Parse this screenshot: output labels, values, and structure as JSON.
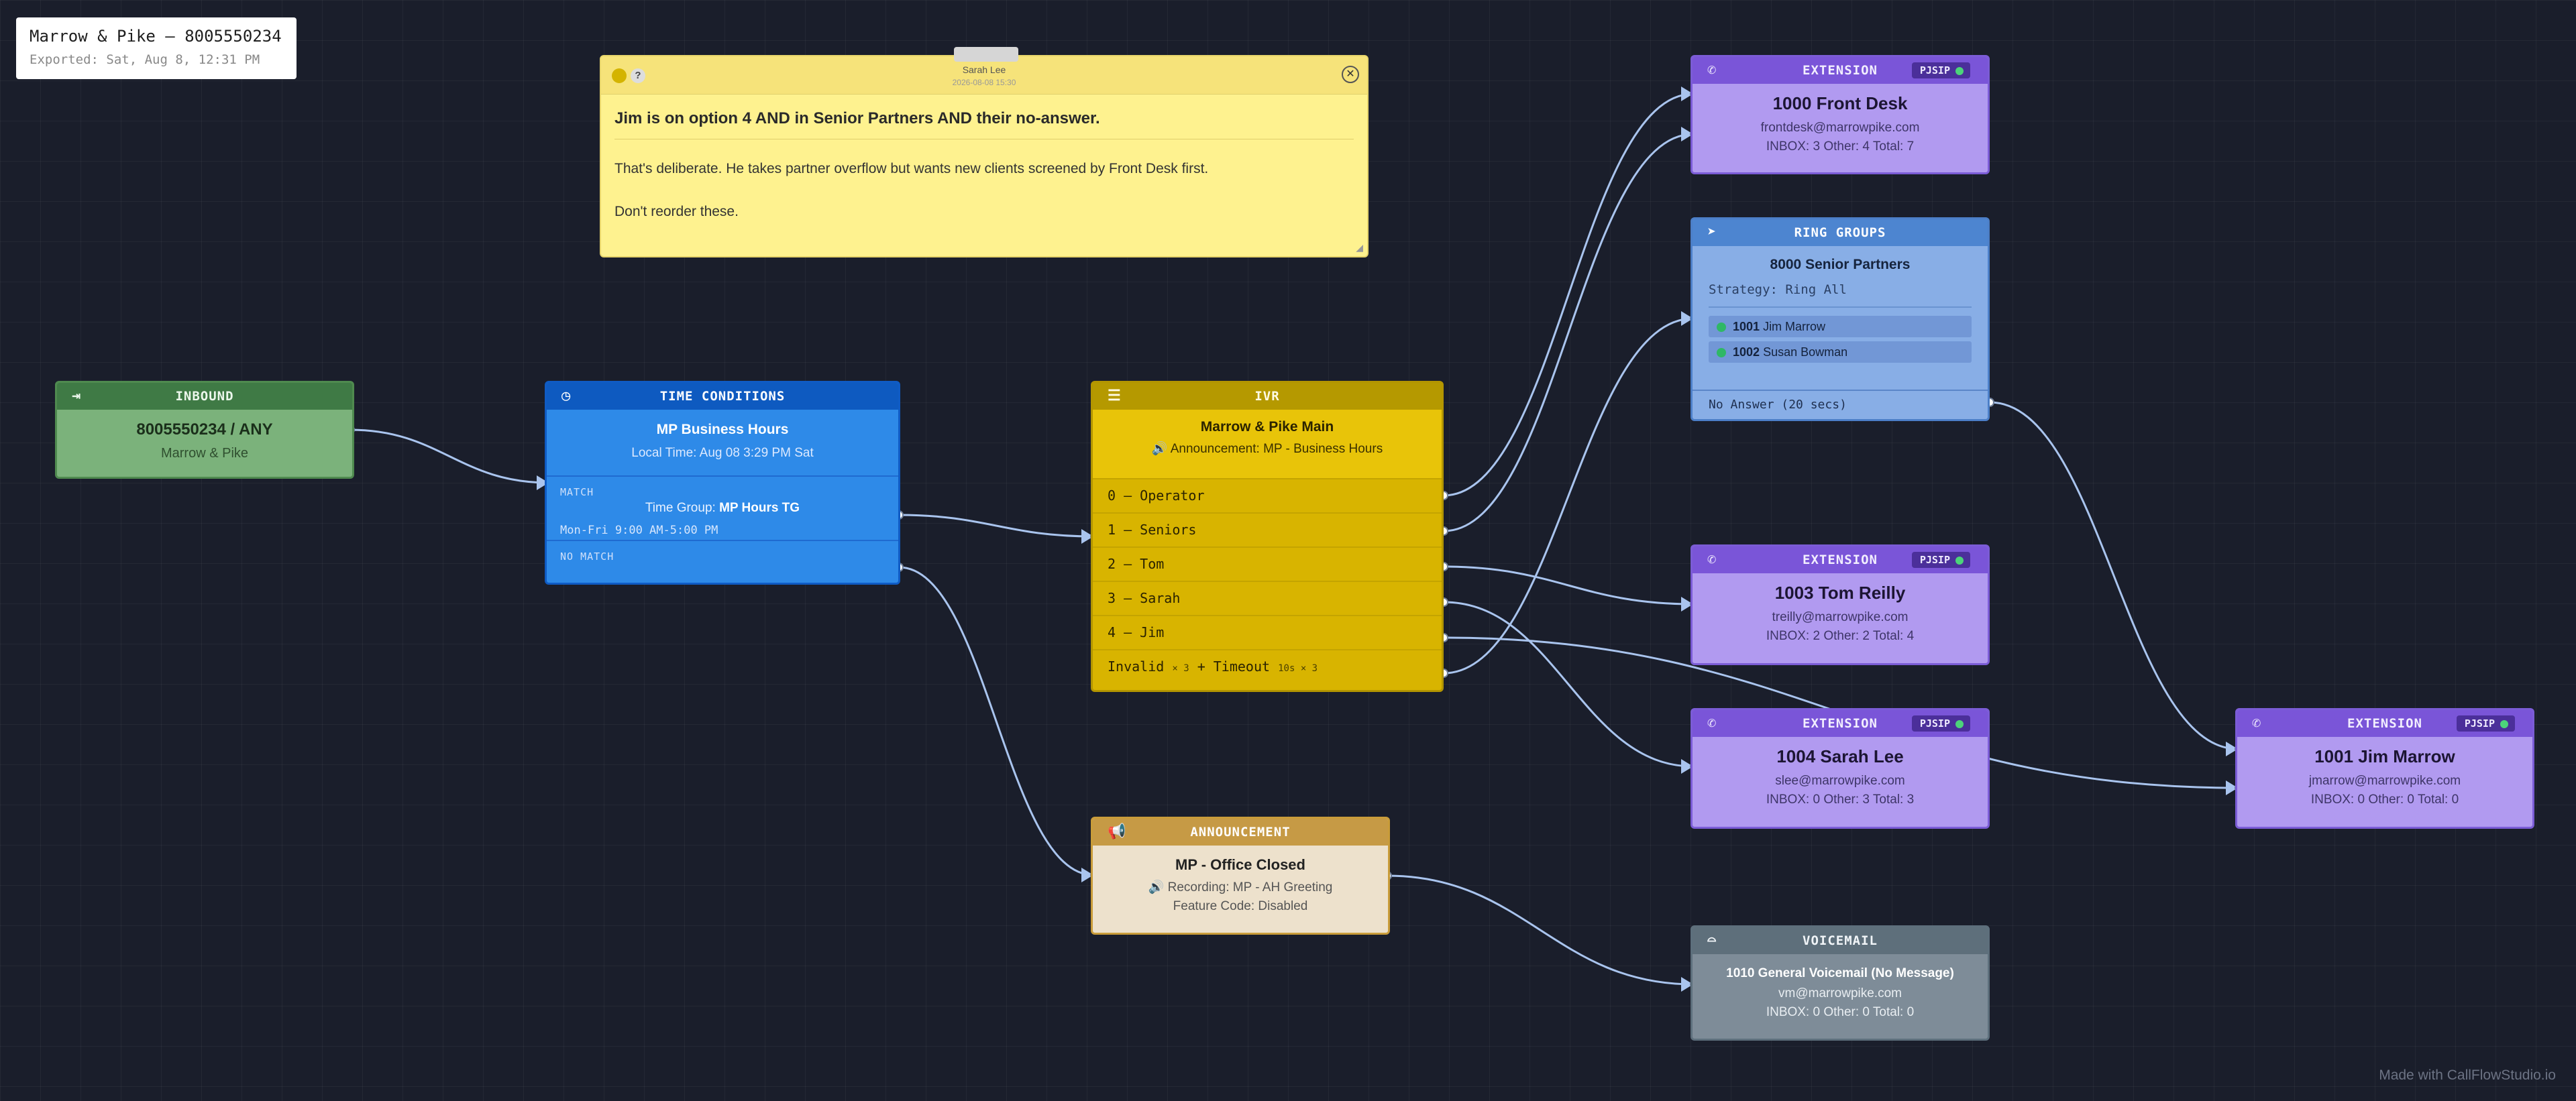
{
  "title_card": {
    "title": "Marrow & Pike — 8005550234",
    "exported": "Exported: Sat, Aug 8, 12:31 PM"
  },
  "note": {
    "author": "Sarah Lee",
    "date": "2026-08-08 15:30",
    "close_icon": "✕",
    "help_icon": "?",
    "heading": "Jim is on option 4 AND in Senior Partners AND their no-answer.",
    "body1": "That's deliberate. He takes partner overflow but wants new clients screened by Front Desk first.",
    "body2": "Don't reorder these."
  },
  "inbound": {
    "header": "INBOUND",
    "icon": "sign-in-icon",
    "number": "8005550234 / ANY",
    "name": "Marrow & Pike",
    "color": "#3f7a45"
  },
  "time_conditions": {
    "header": "TIME CONDITIONS",
    "icon": "clock-icon",
    "name": "MP Business Hours",
    "local_time": "Local Time: Aug 08 3:29 PM Sat",
    "match_label": "MATCH",
    "group_prefix": "Time Group:",
    "group_name": "MP Hours TG",
    "hours": "Mon-Fri 9:00 AM-5:00 PM",
    "nomatch_label": "NO MATCH",
    "color": "#0e5ac0"
  },
  "ivr": {
    "header": "IVR",
    "icon": "list-icon",
    "name": "Marrow & Pike Main",
    "announcement": "Announcement: MP - Business Hours",
    "options": [
      "0 — Operator",
      "1 — Seniors",
      "2 — Tom",
      "3 — Sarah",
      "4 — Jim"
    ],
    "invalid": {
      "a": "Invalid",
      "b": "× 3",
      "c": "+ Timeout",
      "d": "10s × 3"
    },
    "color": "#d8b400"
  },
  "announcement": {
    "header": "ANNOUNCEMENT",
    "icon": "megaphone-icon",
    "name": "MP - Office Closed",
    "recording": "Recording: MP - AH Greeting",
    "feature": "Feature Code: Disabled",
    "color": "#c69a45"
  },
  "extensions": {
    "header": "EXTENSION",
    "badge": "PJSIP",
    "icon": "phone-icon",
    "e1000": {
      "name": "1000 Front Desk",
      "email": "frontdesk@marrowpike.com",
      "stats": "INBOX: 3 Other: 4 Total: 7"
    },
    "e1003": {
      "name": "1003 Tom Reilly",
      "email": "treilly@marrowpike.com",
      "stats": "INBOX: 2 Other: 2 Total: 4"
    },
    "e1004": {
      "name": "1004 Sarah Lee",
      "email": "slee@marrowpike.com",
      "stats": "INBOX: 0 Other: 3 Total: 3"
    },
    "e1001": {
      "name": "1001 Jim Marrow",
      "email": "jmarrow@marrowpike.com",
      "stats": "INBOX: 0 Other: 0 Total: 0"
    },
    "color": "#7a55d8"
  },
  "ring_groups": {
    "header": "RING GROUPS",
    "icon": "send-icon",
    "name": "8000 Senior Partners",
    "strategy": "Strategy: Ring All",
    "members": [
      {
        "ext": "1001",
        "name": "Jim Marrow"
      },
      {
        "ext": "1002",
        "name": "Susan Bowman"
      }
    ],
    "no_answer": "No Answer (20 secs)",
    "color": "#4d85d0"
  },
  "voicemail": {
    "header": "VOICEMAIL",
    "icon": "voicemail-icon",
    "name": "1010 General Voicemail (No Message)",
    "email": "vm@marrowpike.com",
    "stats": "INBOX: 0 Other: 0 Total: 0",
    "color": "#5e6f7b"
  },
  "footer": "Made with CallFlowStudio.io"
}
